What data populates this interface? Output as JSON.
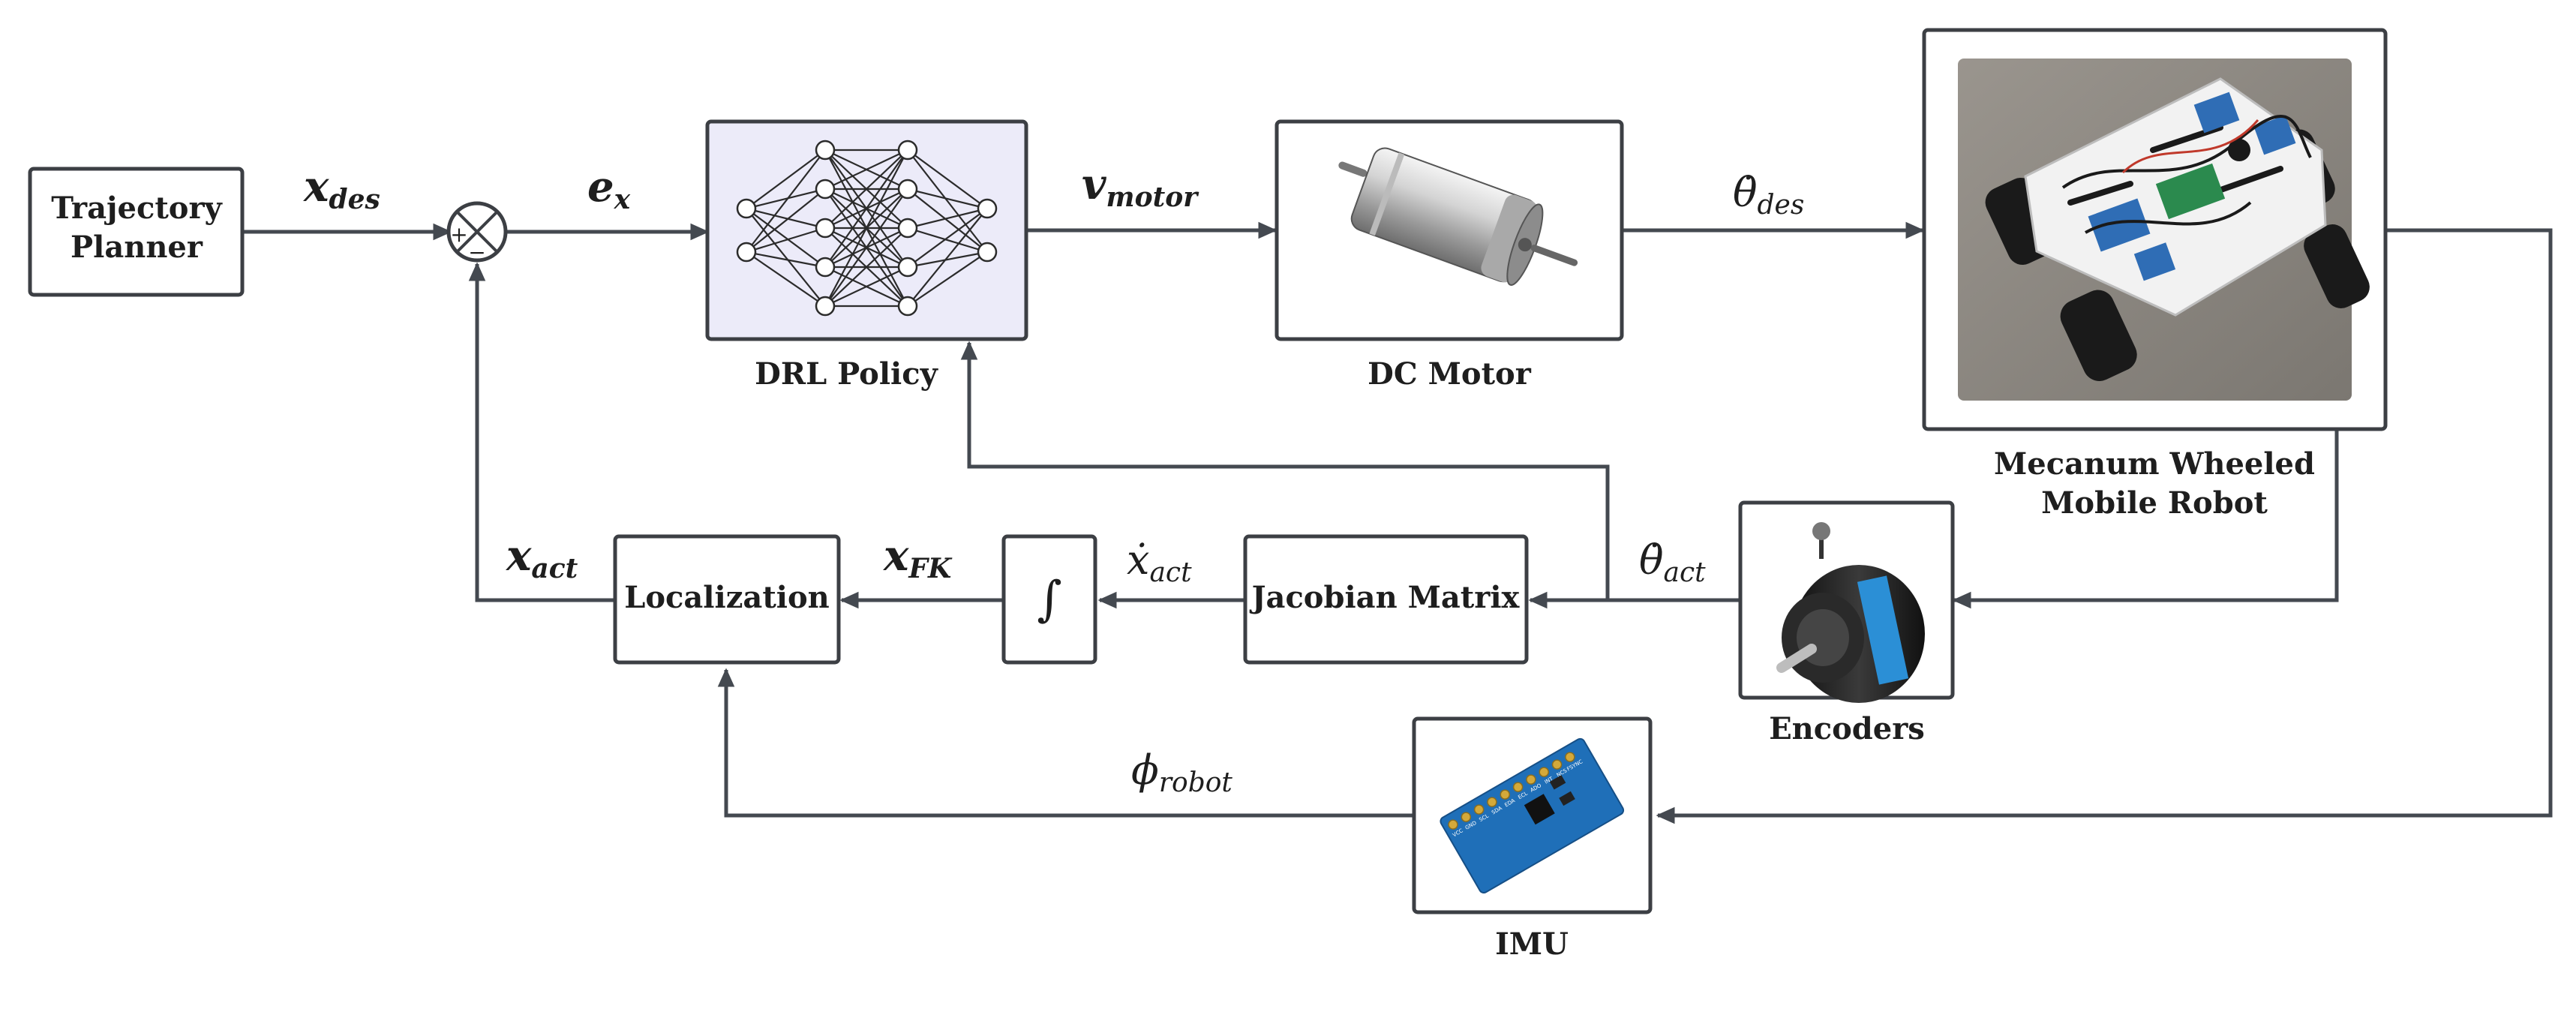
{
  "blocks": {
    "trajectory_planner": [
      "Trajectory",
      "Planner"
    ],
    "drl_policy": "DRL Policy",
    "dc_motor": "DC Motor",
    "robot": [
      "Mecanum Wheeled",
      "Mobile Robot"
    ],
    "encoders": "Encoders",
    "jacobian": "Jacobian Matrix",
    "integrator": "∫",
    "localization": "Localization",
    "imu": "IMU"
  },
  "summing_junction": {
    "plus": "+",
    "minus": "−"
  },
  "signals": {
    "x_des": {
      "base": "x",
      "sub": "des"
    },
    "e_x": {
      "base": "e",
      "sub": "x"
    },
    "v_motor": {
      "base": "v",
      "sub": "motor"
    },
    "theta_des": {
      "base": "θ̇",
      "sub": "des"
    },
    "theta_act": {
      "base": "θ̇",
      "sub": "act"
    },
    "xdot_act": {
      "base": "ẋ",
      "sub": "act"
    },
    "x_fk": {
      "base": "x",
      "sub": "FK"
    },
    "x_act": {
      "base": "x",
      "sub": "act"
    },
    "phi_robot": {
      "base": "ϕ",
      "sub": "robot"
    }
  },
  "imu_chip_text": [
    "VCC",
    "GND",
    "SCL",
    "SDA",
    "EDA",
    "ECL",
    "ADO",
    "INT",
    "NCS",
    "FSYNC"
  ],
  "colors": {
    "line": "#444950",
    "nn_fill": "#ecebf9",
    "imu_board": "#1f6fb8",
    "ground": "#8a8680"
  }
}
